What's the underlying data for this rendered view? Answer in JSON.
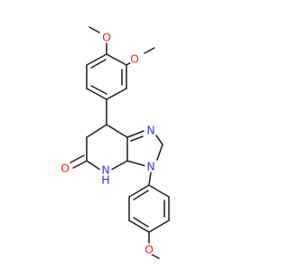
{
  "colors": {
    "bond": "#222222",
    "carbon": "#222222",
    "oxygen": "#ff1a1a",
    "nitrogen": "#3333ff",
    "background": "#ffffff"
  },
  "atoms": [
    {
      "id": "o1",
      "label": "O",
      "element": "oxygen"
    },
    {
      "id": "o2",
      "label": "O",
      "element": "oxygen"
    },
    {
      "id": "n1",
      "label": "N",
      "element": "nitrogen"
    },
    {
      "id": "o3",
      "label": "O",
      "element": "oxygen"
    },
    {
      "id": "nh",
      "label": "N",
      "element": "nitrogen"
    },
    {
      "id": "h",
      "label": "H",
      "element": "nitrogen"
    },
    {
      "id": "n3",
      "label": "N",
      "element": "nitrogen"
    },
    {
      "id": "o4",
      "label": "O",
      "element": "oxygen"
    }
  ]
}
